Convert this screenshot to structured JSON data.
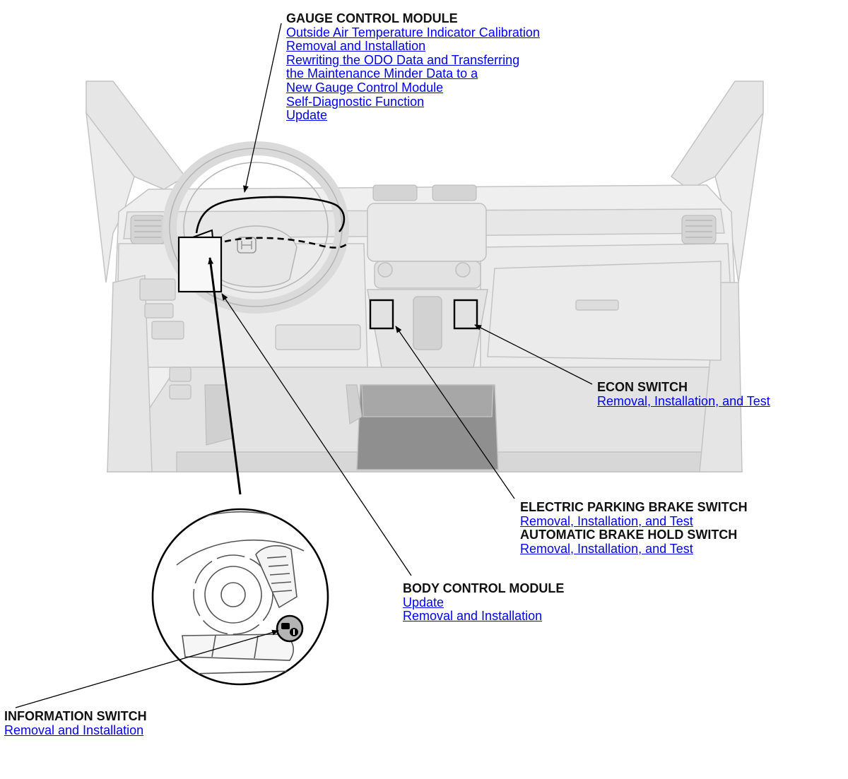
{
  "colors": {
    "link": "#0000ee",
    "text": "#111111",
    "background": "#ffffff",
    "drawing_fill": "#ececec",
    "drawing_stroke": "#c4c4c4",
    "leader": "#000000"
  },
  "callouts": {
    "gauge": {
      "title": "GAUGE CONTROL MODULE",
      "links": [
        "Outside Air Temperature Indicator Calibration",
        "Removal and Installation",
        "Rewriting the ODO Data and Transferring",
        "the Maintenance Minder Data to a ",
        "New Gauge Control Module",
        "Self-Diagnostic Function",
        "Update"
      ]
    },
    "econ": {
      "title": "ECON SWITCH",
      "links": [
        "Removal, Installation, and Test"
      ]
    },
    "epb": {
      "title": "ELECTRIC PARKING BRAKE SWITCH",
      "link": "Removal, Installation, and Test",
      "title2": "AUTOMATIC BRAKE HOLD SWITCH",
      "link2": "Removal, Installation, and Test"
    },
    "bcm": {
      "title": "BODY CONTROL MODULE",
      "links": [
        "Update",
        "Removal and Installation"
      ]
    },
    "info": {
      "title": "INFORMATION SWITCH",
      "links": [
        "Removal and Installation"
      ]
    }
  },
  "icons": [
    "honda-logo-icon",
    "information-switch-icon",
    "leader-arrow-icon"
  ]
}
